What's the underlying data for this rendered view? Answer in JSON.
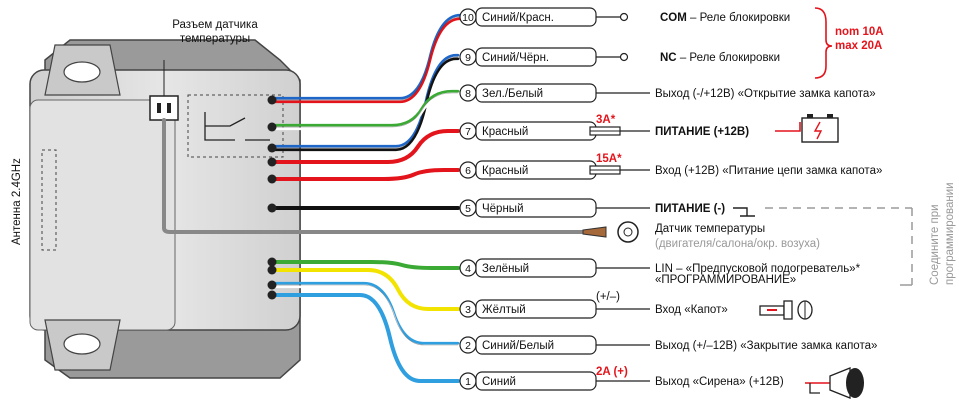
{
  "sensor_title": [
    "Разъем датчика",
    "температуры"
  ],
  "antenna_label": "Антенна 2.4GHz",
  "vertical_note": [
    "Соедините при",
    "программировании"
  ],
  "fuse_labels": {
    "f7": "3A*",
    "f6": "15A*"
  },
  "polarity_hood": "(+/–)",
  "siren_current": "2A (+)",
  "relay_currents": [
    "nom 10A",
    "max 20A"
  ],
  "wires": [
    {
      "n": "10",
      "name": "Синий/Красн.",
      "colors": [
        "#1f66c9",
        "#e3141b"
      ],
      "desc_bold": "COM",
      "desc": " – Реле блокировки"
    },
    {
      "n": "9",
      "name": "Синий/Чёрн.",
      "colors": [
        "#1f66c9",
        "#111111"
      ],
      "desc_bold": "NC",
      "desc": " – Реле блокировки"
    },
    {
      "n": "8",
      "name": "Зел./Белый",
      "colors": [
        "#3aaa35",
        "#ffffff"
      ],
      "desc_bold": "",
      "desc": "Выход (-/+12В) «Открытие замка капота»"
    },
    {
      "n": "7",
      "name": "Красный",
      "colors": [
        "#e3141b"
      ],
      "desc_bold": "ПИТАНИЕ (+12В)",
      "desc": ""
    },
    {
      "n": "6",
      "name": "Красный",
      "colors": [
        "#e3141b"
      ],
      "desc_bold": "",
      "desc": "Вход (+12В) «Питание цепи замка капота»"
    },
    {
      "n": "5",
      "name": "Чёрный",
      "colors": [
        "#111111"
      ],
      "desc_bold": "ПИТАНИЕ (-)",
      "desc": ""
    },
    {
      "n": "",
      "name": "",
      "colors": [
        "#888888"
      ],
      "desc_bold": "",
      "desc": "Датчик температуры"
    },
    {
      "n": "4",
      "name": "Зелёный",
      "colors": [
        "#3aaa35"
      ],
      "desc_bold": "",
      "desc": "LIN – «Предпусковой подогреватель»*"
    },
    {
      "n": "3",
      "name": "Жёлтый",
      "colors": [
        "#f2e300"
      ],
      "desc_bold": "",
      "desc": "Вход «Капот»"
    },
    {
      "n": "2",
      "name": "Синий/Белый",
      "colors": [
        "#2f9fe0",
        "#ffffff"
      ],
      "desc_bold": "",
      "desc": "Выход (+/–12В) «Закрытие замка капота»"
    },
    {
      "n": "1",
      "name": "Синий",
      "colors": [
        "#2f9fe0"
      ],
      "desc_bold": "",
      "desc": "Выход «Сирена» (+12В)"
    }
  ],
  "temp_sensor_sub": "(двигателя/салона/окр. возуха)",
  "lin_second_line": "«ПРОГРАММИРОВАНИЕ»",
  "colors": {
    "red": "#e3141b",
    "grey_dash": "#9a9a9a",
    "module": "#d8d8d8"
  }
}
